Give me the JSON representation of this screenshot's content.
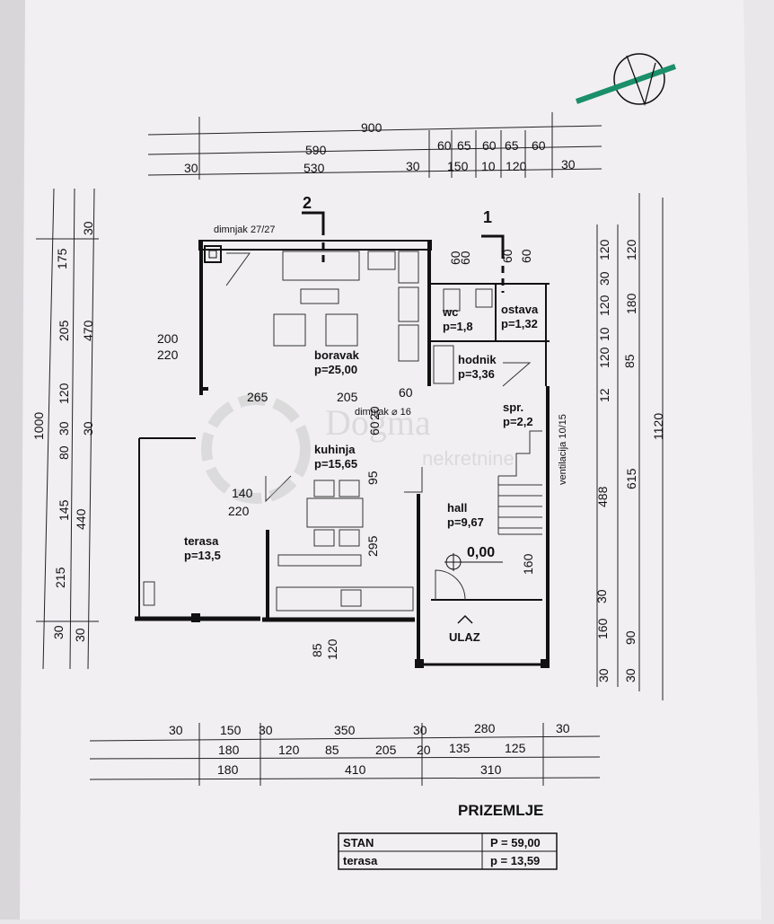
{
  "drawing": {
    "title": "PRIZEMLJE",
    "level_mark": "0,00",
    "entrance_label": "ULAZ",
    "section_marks": [
      "2",
      "1"
    ],
    "chimney_label": "dimnjak 27/27",
    "chimney_label_2": "dimnjak ⌀ 16",
    "ventilation_label": "ventilacija 10/15",
    "watermark": [
      "Dogma",
      "nekretnine"
    ]
  },
  "rooms": [
    {
      "name": "boravak",
      "area": "p=25,00"
    },
    {
      "name": "kuhinja",
      "area": "p=15,65"
    },
    {
      "name": "terasa",
      "area": "p=13,5"
    },
    {
      "name": "hall",
      "area": "p=9,67"
    },
    {
      "name": "hodnik",
      "area": "p=3,36"
    },
    {
      "name": "wc",
      "area": "p=1,8"
    },
    {
      "name": "ostava",
      "area": "p=1,32"
    },
    {
      "name": "spr.",
      "area": "p=2,2"
    }
  ],
  "dimensions": {
    "top_row1": [
      "900"
    ],
    "top_row2": [
      "590",
      "60",
      "65",
      "60",
      "65",
      "60"
    ],
    "top_row3": [
      "30",
      "530",
      "30",
      "150",
      "10",
      "120",
      "30"
    ],
    "bottom_row1": [
      "30",
      "150",
      "30",
      "350",
      "30",
      "280",
      "30"
    ],
    "bottom_row2": [
      "180",
      "120",
      "85",
      "205",
      "20",
      "135",
      "125"
    ],
    "bottom_row3": [
      "180",
      "410",
      "310"
    ],
    "left_outer": [
      "1000"
    ],
    "left_mid": [
      "470",
      "30",
      "440",
      "30"
    ],
    "left_inner": [
      "30",
      "175",
      "205",
      "120",
      "30",
      "80",
      "145",
      "215",
      "30"
    ],
    "right_outer": [
      "1120"
    ],
    "right_mid": [
      "120",
      "180",
      "85",
      "615",
      "90",
      "30"
    ],
    "right_inner": [
      "120",
      "30",
      "120",
      "10",
      "120",
      "12",
      "488",
      "30",
      "160",
      "30"
    ],
    "interior": [
      "200",
      "220",
      "265",
      "205",
      "60",
      "140",
      "220",
      "60",
      "20",
      "95",
      "295",
      "60",
      "60",
      "60",
      "60",
      "160",
      "85",
      "120"
    ]
  },
  "summary_table": [
    {
      "label": "STAN",
      "value": "P = 59,00"
    },
    {
      "label": "terasa",
      "value": "p = 13,59"
    }
  ],
  "colors": {
    "paper": "#f1eff2",
    "north_bar": "#1a8f6a",
    "ink": "#111111"
  }
}
